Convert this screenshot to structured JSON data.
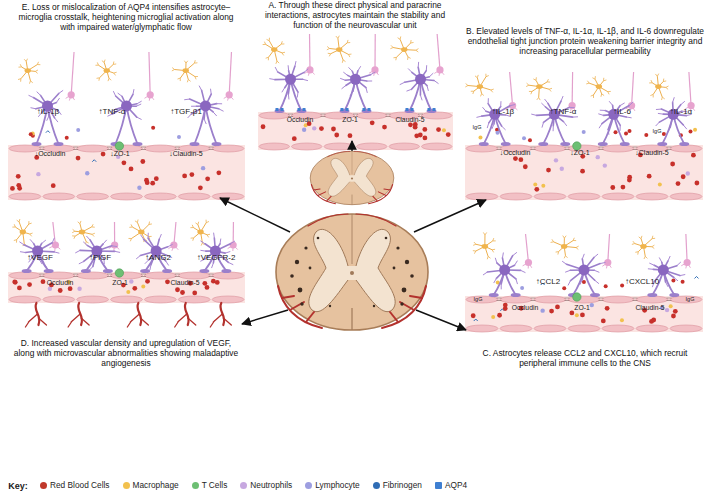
{
  "diagram": {
    "nodes": [
      {
        "text": [
          "A. Through these direct physical and paracrine interactions, astrocytes maintain the stability and function of the neurovascular unit"
        ]
      },
      {
        "text": [
          "B. Elevated levels of TNF-α, IL-1α, IL-1β, and IL-6 downregulate endothelial tight junction protein weakening barrier integrity and increasing paracellular permeability"
        ]
      },
      {
        "text": [
          "C. Astrocytes release CCL2 and CXCL10, which recruit peripheral immune cells to the CNS"
        ]
      },
      {
        "text": [
          "D. Increased vascular density and upregulation of VEGF, along with microvascular abnormalities showing maladaptive angiogenesis"
        ]
      },
      {
        "text": [
          "E. Loss or mislocalization of AQP4 intensifies astrocyte–microglia crosstalk, heightening microglial activation along with impaired water/glymphatic flow"
        ]
      }
    ],
    "labels": [
      "Occludin",
      "ZO-1",
      "Claudin-5",
      "↑IL-1β",
      "↑TNF-α",
      "↑IL-6",
      "↑IL-1α",
      "IgG",
      "IgG",
      "↓Occludin",
      "↓ZO-1",
      "↓Claudin-5",
      "IgG",
      "↑CCL2",
      "↑CXCL10",
      "IgG",
      "Occludin",
      "ZO-1",
      "Claudin-5",
      "↑VEGF",
      "↑PlGF",
      "↑ANG2",
      "↑VEGFR-2",
      "Occludin",
      "ZO-1",
      "Claudin-5",
      "↑IL-1β",
      "↑TNF-α",
      "↑TGF-β1",
      "↓Occludin",
      "↓ZO-1",
      "↓Claudin-5",
      "Key:"
    ],
    "legend": [
      {
        "text": "Red Blood Cells",
        "color": "#c0392b"
      },
      {
        "text": "Macrophage",
        "color": "#f2c14e"
      },
      {
        "text": "T Cells",
        "color": "#6dbf73"
      },
      {
        "text": "Neutrophils",
        "color": "#c7a8e0"
      },
      {
        "text": "Lymphocyte",
        "color": "#9d9ee0"
      },
      {
        "text": "Fibrinogen",
        "color": "#2f6db5"
      },
      {
        "text": "AQP4",
        "color": "#3f7fd1"
      }
    ]
  }
}
